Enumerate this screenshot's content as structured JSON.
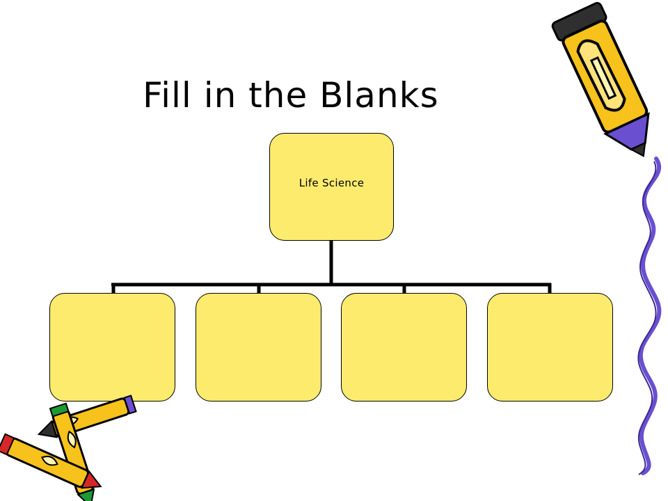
{
  "slide": {
    "title": "Fill in the Blanks",
    "root_node": {
      "label": "Life Science"
    },
    "child_nodes": [
      {
        "label": ""
      },
      {
        "label": ""
      },
      {
        "label": ""
      },
      {
        "label": ""
      }
    ]
  },
  "colors": {
    "box_fill": "#fdeb6e",
    "connector": "#000000",
    "pencil_yellow": "#f6c21b",
    "pencil_purple": "#6a4fd1",
    "pencil_green": "#1c9a35",
    "pencil_red": "#d62828",
    "squiggle": "#6a4fd1"
  },
  "decorations": [
    "pencil-clipart",
    "pencils-clipart",
    "purple-squiggle-border"
  ]
}
